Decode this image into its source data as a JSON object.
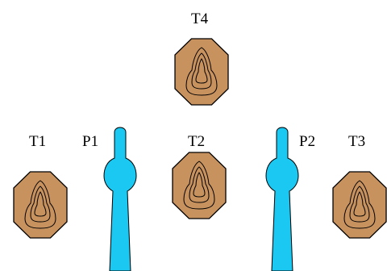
{
  "labels": {
    "t1": "T1",
    "t2": "T2",
    "t3": "T3",
    "t4": "T4",
    "p1": "P1",
    "p2": "P2"
  },
  "colors": {
    "target_fill": "#C8925F",
    "post_fill": "#1AC8F2",
    "outline": "#000000"
  },
  "icons": {
    "target": "octagon-steel-target-icon",
    "post": "no-shoot-post-icon"
  }
}
